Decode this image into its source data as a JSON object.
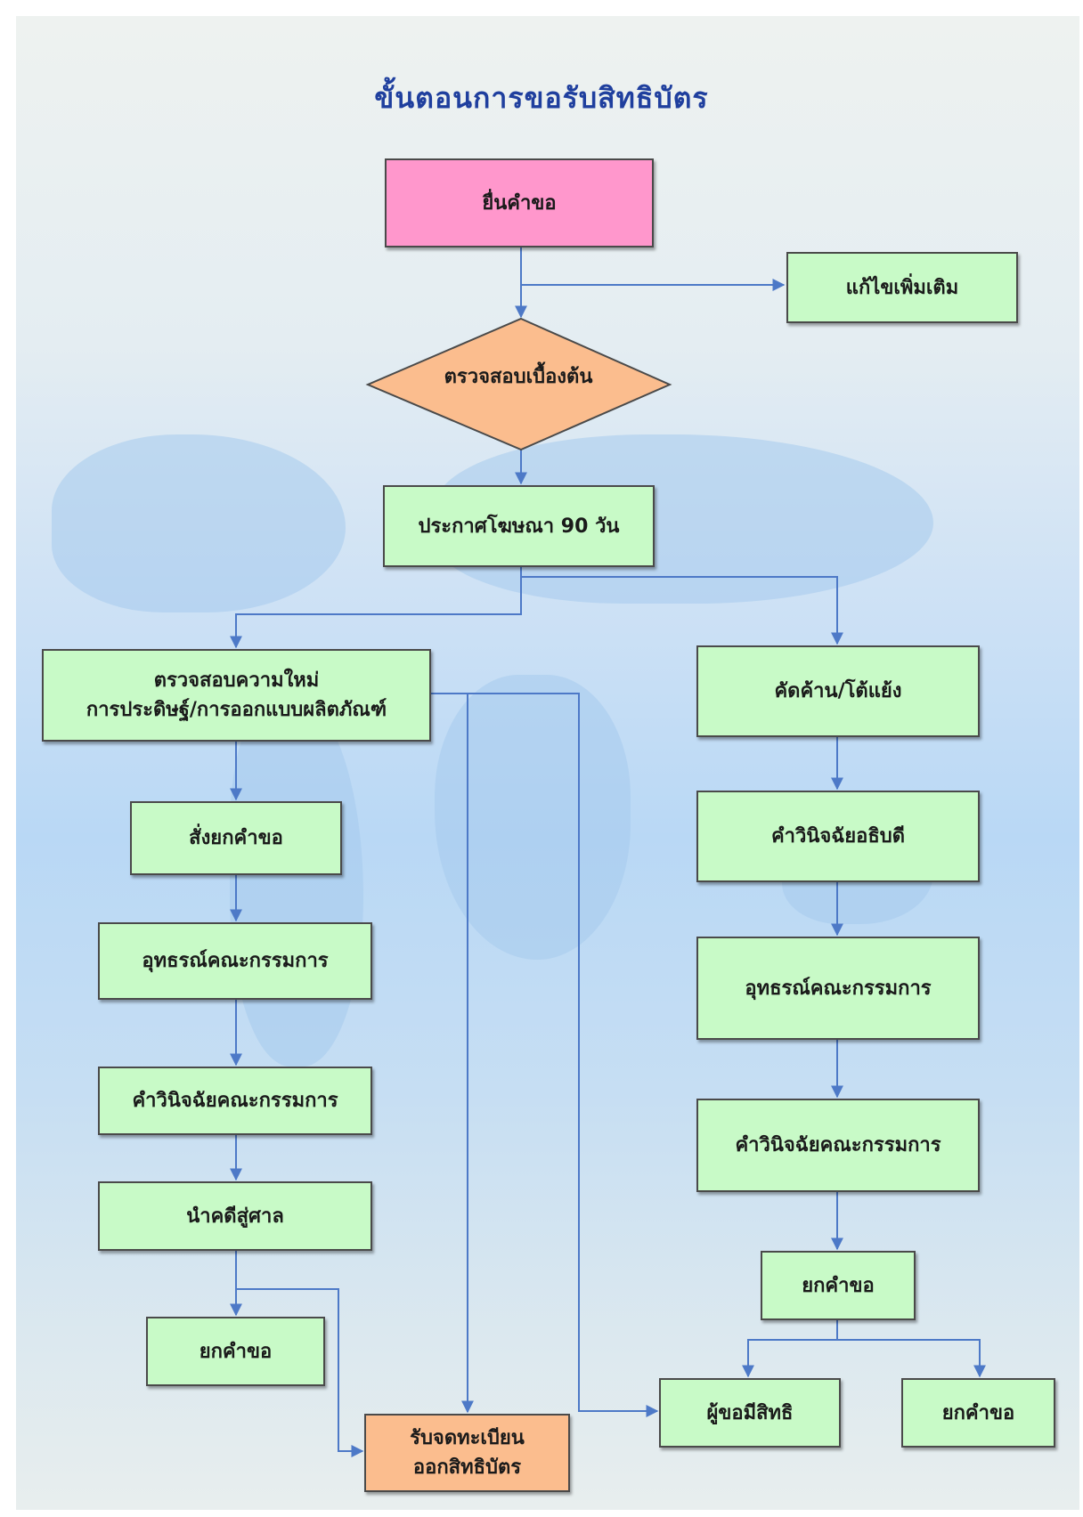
{
  "title": "ขั้นตอนการขอรับสิทธิบัตร",
  "nodes": {
    "submit": "ยื่นคำขอ",
    "amend": "แก้ไขเพิ่มเติม",
    "preliminary_check": "ตรวจสอบเบื้องต้น",
    "publish": "ประกาศโฆษณา 90 วัน",
    "novelty_line1": "ตรวจสอบความใหม่",
    "novelty_line2": "การประดิษฐ์/การออกแบบผลิตภัณฑ์",
    "order_reject": "สั่งยกคำขอ",
    "appeal_left": "อุทธรณ์คณะกรรมการ",
    "board_decision_left": "คำวินิจฉัยคณะกรรมการ",
    "court": "นำคดีสู่ศาล",
    "reject_left": "ยกคำขอ",
    "register_line1": "รับจดทะเบียน",
    "register_line2": "ออกสิทธิบัตร",
    "opposition": "คัดค้าน/โต้แย้ง",
    "director_decision": "คำวินิจฉัยอธิบดี",
    "appeal_right": "อุทธรณ์คณะกรรมการ",
    "board_decision_right": "คำวินิจฉัยคณะกรรมการ",
    "reject_right": "ยกคำขอ",
    "applicant_entitled": "ผู้ขอมีสิทธิ",
    "reject_far_right": "ยกคำขอ"
  },
  "colors": {
    "process": "#c8fac7",
    "start": "#ff97cc",
    "decision": "#fbbd8e",
    "final": "#fbbd8e",
    "connector": "#4d79c7",
    "title": "#1f3f9e"
  }
}
